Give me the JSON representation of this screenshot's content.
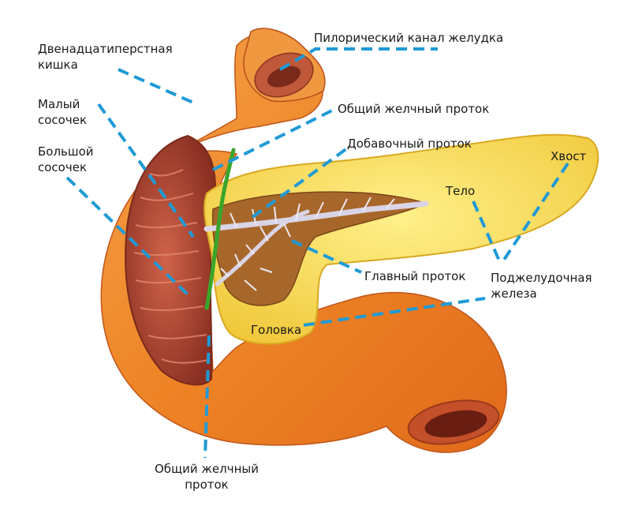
{
  "labels": {
    "duodenum_line1": "Двенадцатиперстная",
    "duodenum_line2": "кишка",
    "pyloric": "Пилорический канал желудка",
    "minor_papilla_line1": "Малый",
    "minor_papilla_line2": "сосочек",
    "common_bile_duct_top": "Общий желчный проток",
    "major_papilla_line1": "Большой",
    "major_papilla_line2": "сосочек",
    "accessory_duct": "Добавочный проток",
    "tail": "Хвост",
    "body": "Тело",
    "main_duct": "Главный проток",
    "pancreas_line1": "Поджелудочная",
    "pancreas_line2": "железа",
    "head": "Головка",
    "common_bile_duct_bottom_line1": "Общий желчный",
    "common_bile_duct_bottom_line2": "проток"
  },
  "colors": {
    "duodenum": "#f08a2a",
    "duodenum_inner": "#b84a2e",
    "pancreas": "#f7d84a",
    "pancreas_dark": "#9a5a1e",
    "duct": "#d9d4e6",
    "bile_duct": "#3aa52a",
    "leader_line": "#1f9ad6"
  }
}
